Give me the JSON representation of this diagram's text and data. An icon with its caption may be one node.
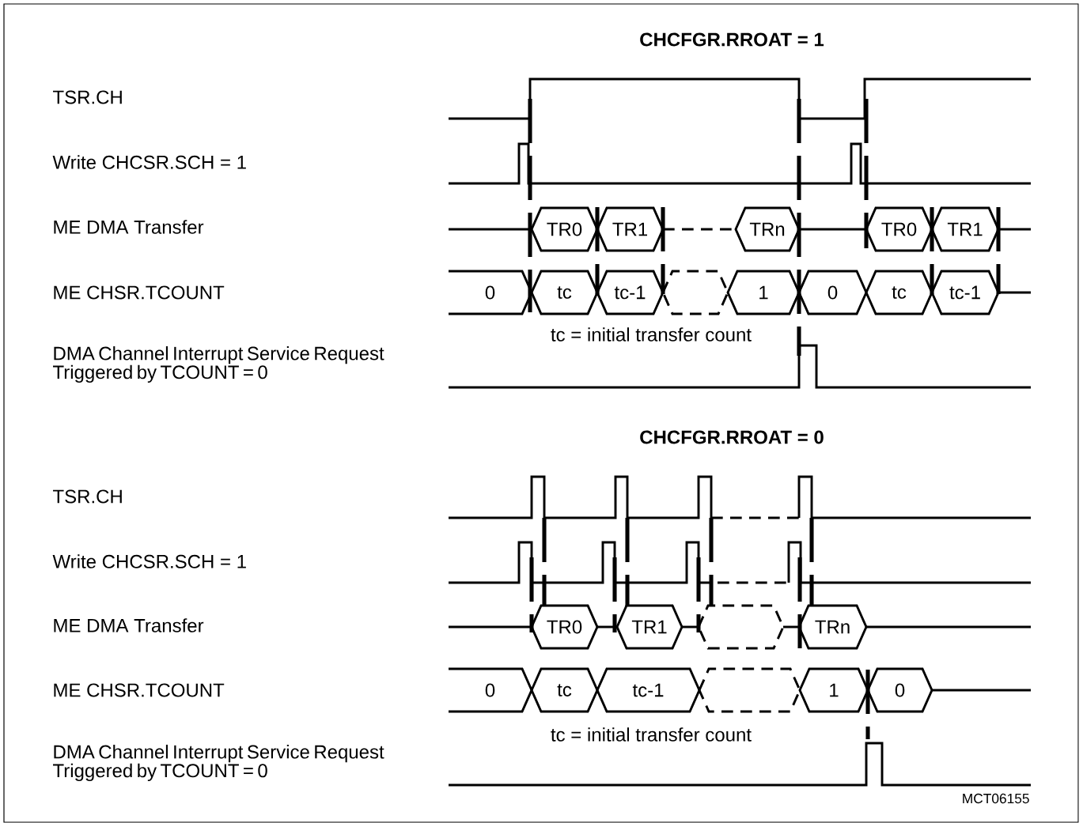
{
  "diagram": {
    "nodes": [
      {
        "text": [
          "TR0"
        ]
      },
      {
        "text": [
          "TR1"
        ]
      },
      {
        "text": [
          "TRn"
        ]
      },
      {
        "text": [
          "TR0"
        ]
      },
      {
        "text": [
          "TR1"
        ]
      },
      {
        "text": [
          "0"
        ]
      },
      {
        "text": [
          "tc"
        ]
      },
      {
        "text": [
          "tc-1"
        ]
      },
      {
        "text": [],
        "shape": "hexagon"
      },
      {
        "text": [
          "1"
        ]
      },
      {
        "text": [
          "0"
        ]
      },
      {
        "text": [
          "tc"
        ]
      },
      {
        "text": [
          "tc-1"
        ]
      },
      {
        "text": [
          "TR0"
        ]
      },
      {
        "text": [
          "TR1"
        ]
      },
      {
        "text": [],
        "shape": "hexagon"
      },
      {
        "text": [
          "TRn"
        ]
      },
      {
        "text": [
          "0"
        ]
      },
      {
        "text": [
          "tc"
        ]
      },
      {
        "text": [
          "tc-1"
        ]
      },
      {
        "text": [],
        "shape": "hexagon"
      },
      {
        "text": [
          "1"
        ]
      },
      {
        "text": [
          "0"
        ]
      }
    ],
    "labels": [
      "CHCFGR.RROAT = 1",
      "TSR.CH",
      "Write CHCSR.SCH = 1",
      "ME DMA Transfer",
      "ME CHSR.TCOUNT",
      "tc = initial transfer count",
      "DMA Channel Interrupt Service Request Triggered by TCOUNT = 0",
      "CHCFGR.RROAT = 0",
      "TSR.CH",
      "Write CHCSR.SCH = 1",
      "ME DMA Transfer",
      "ME CHSR.TCOUNT",
      "tc = initial transfer count",
      "DMA Channel Interrupt Service Request Triggered by TCOUNT = 0",
      "MCT06155"
    ]
  }
}
